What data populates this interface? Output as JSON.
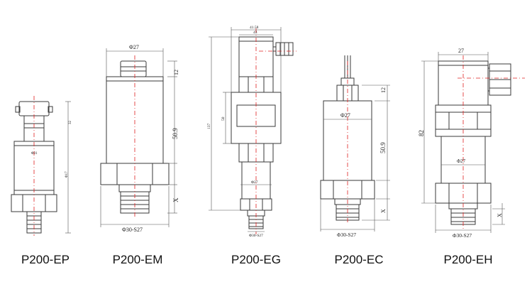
{
  "models": [
    {
      "id": "ep",
      "label": "P200-EP",
      "dims": [
        "Φ31",
        "Φ17",
        "32"
      ]
    },
    {
      "id": "em",
      "label": "P200-EM",
      "dims": [
        "Φ27",
        "12",
        "50.9",
        "X",
        "Φ30-S27"
      ]
    },
    {
      "id": "eg",
      "label": "P200-EG",
      "dims": [
        "41.58",
        "43",
        "50",
        "137",
        "Φ27",
        "Φ30-S27"
      ]
    },
    {
      "id": "ec",
      "label": "P200-EC",
      "dims": [
        "12",
        "Φ27",
        "50.9",
        "X",
        "Φ30-S27"
      ]
    },
    {
      "id": "eh",
      "label": "P200-EH",
      "dims": [
        "27",
        "82",
        "Φ27",
        "X",
        "Φ30-S27"
      ]
    }
  ],
  "colors": {
    "line": "#3a3a3a",
    "centerline": "#e02020",
    "dim": "#555555"
  }
}
